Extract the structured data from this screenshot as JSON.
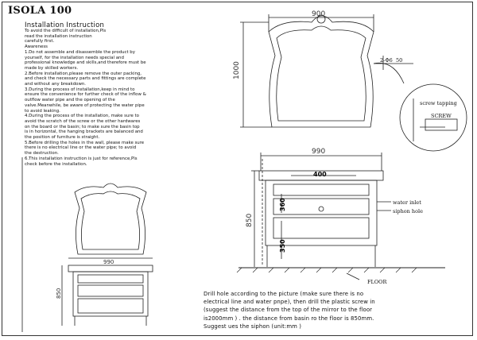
{
  "header": {
    "title": "ISOLA 100",
    "subtitle": "Installation Instruction",
    "instructions": "To avoid the difficult of installation,Pls\nread the installation instruction\ncarefully first.\nAwareness\n1.Do not assemble and disassemble the product by\nyourself, for the installation needs special and\nprofessional knowledge and skills,and therefore must be\nmade by skilled workers.\n2.Before installation,please remove the outer packing,\nand check the necessary parts and fittings are complete\nand without any breakdown.\n3.During the process of installation,keep in mind to\nensure the convenience for further check of the inflow &\noutflow water pipe and the opening of the\nvalve.Meanwhile, be aware of protecting the water pipe\nto avoid leaking.\n4.During the process of the installation, make sure to\navoid the scratch of the screw or the other hardwares\non the board or the basin; to make sure the basin top\nis in horizontal, the hanging brackets are balanced and\nthe position of furniture is straight.\n5.Before drilling the holes in the wall, please make sure\nthere is no electrical line or the water pipe; to avoid\nthe destruction.\n6.This installation instruction is just for reference,Pls\ncheck before the installation."
  },
  "mirror": {
    "width_label": "900",
    "height_label": "1000"
  },
  "detail": {
    "hole_label": "2-Φ6",
    "depth_label": "50",
    "screw_tapping": "screw tapping",
    "screw": "SCREW"
  },
  "cabinet": {
    "width_label": "990",
    "basin_label": "400",
    "height_label": "850",
    "inlet_height": "360",
    "hole_height": "350",
    "water_inlet": "water inlet",
    "siphon_hole": "siphon hole",
    "floor": "FLOOR"
  },
  "small_view": {
    "width_label": "990",
    "height_label": "850"
  },
  "bottom_note": "Drill hole according to the picture (make sure there is no electrical line and water pnpe), then drill the plastic screw in (suggest the distance from the top of the mirror to the floor is2000mm ) . the distance from basin ro the floor is 850mm. Suggest ues the siphon (unit:mm )"
}
